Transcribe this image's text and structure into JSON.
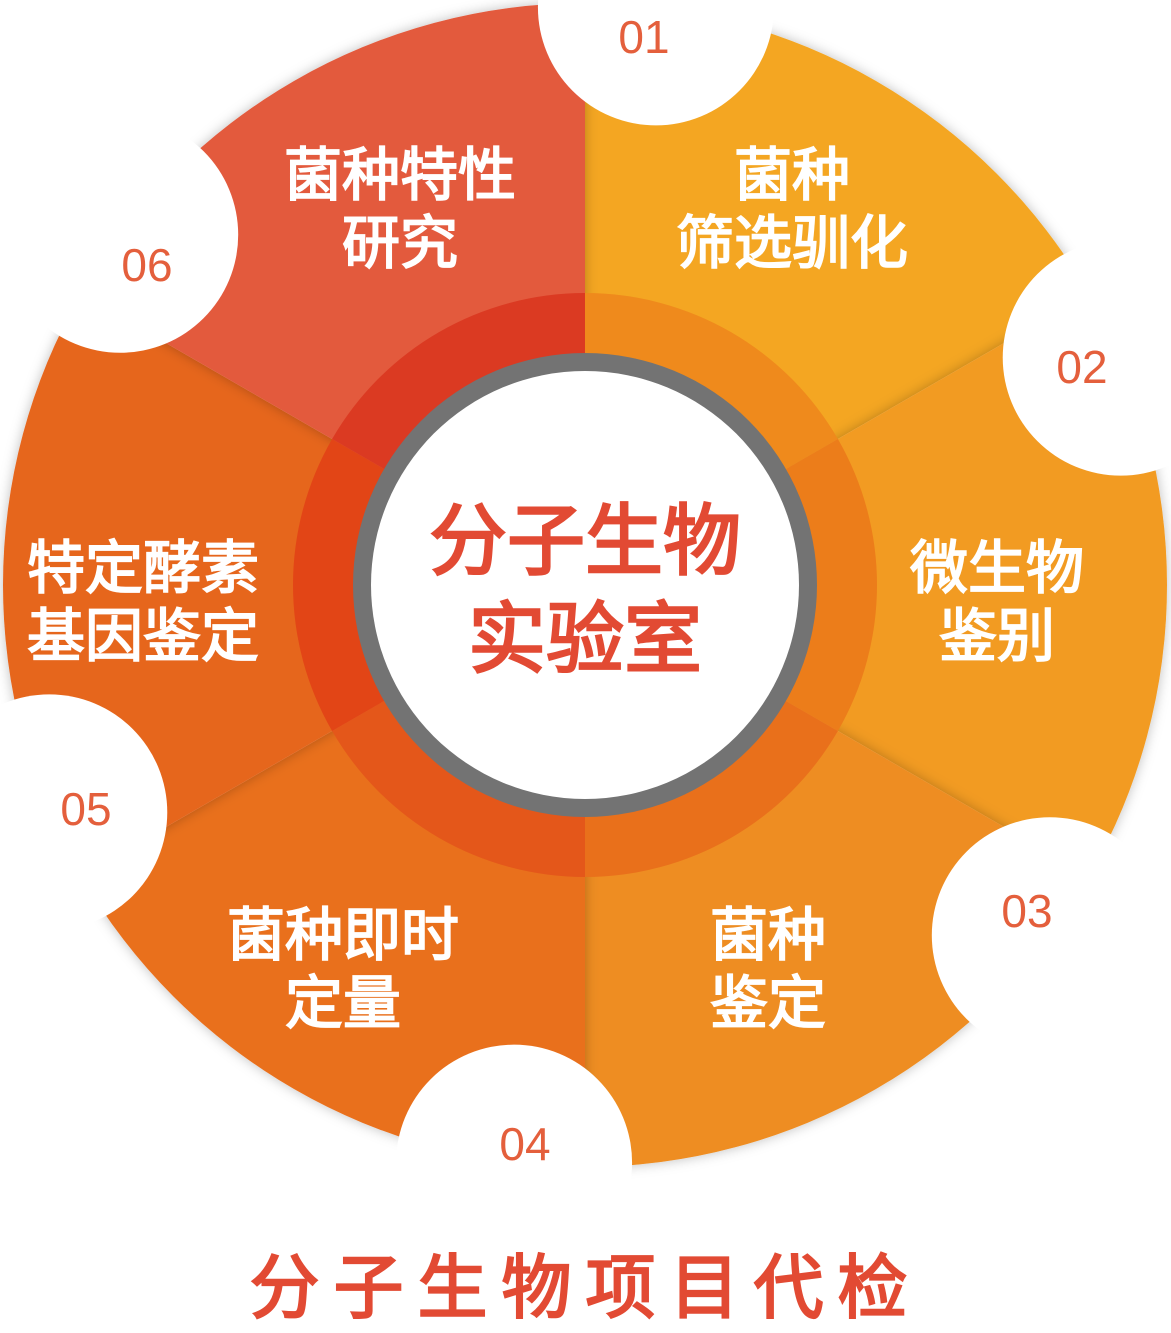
{
  "center": {
    "line1": "分子生物",
    "line2": "实验室"
  },
  "segments": [
    {
      "number": "01",
      "lines": [
        "菌种",
        "筛选驯化"
      ],
      "color": "#f4a623"
    },
    {
      "number": "02",
      "lines": [
        "微生物",
        "鉴别"
      ],
      "color": "#f29b22"
    },
    {
      "number": "03",
      "lines": [
        "菌种",
        "鉴定"
      ],
      "color": "#ee8d20"
    },
    {
      "number": "04",
      "lines": [
        "菌种即时",
        "定量"
      ],
      "color": "#e9701e"
    },
    {
      "number": "05",
      "lines": [
        "特定酵素",
        "基因鉴定"
      ],
      "color": "#e6661f"
    },
    {
      "number": "06",
      "lines": [
        "菌种特性",
        "研究"
      ],
      "color": "#e35a3c"
    }
  ],
  "colors": {
    "ring": "#737373",
    "accent": "#e24a33",
    "ring_band": "#ea6a1a"
  },
  "footer": {
    "title": "分子生物项目代检"
  }
}
